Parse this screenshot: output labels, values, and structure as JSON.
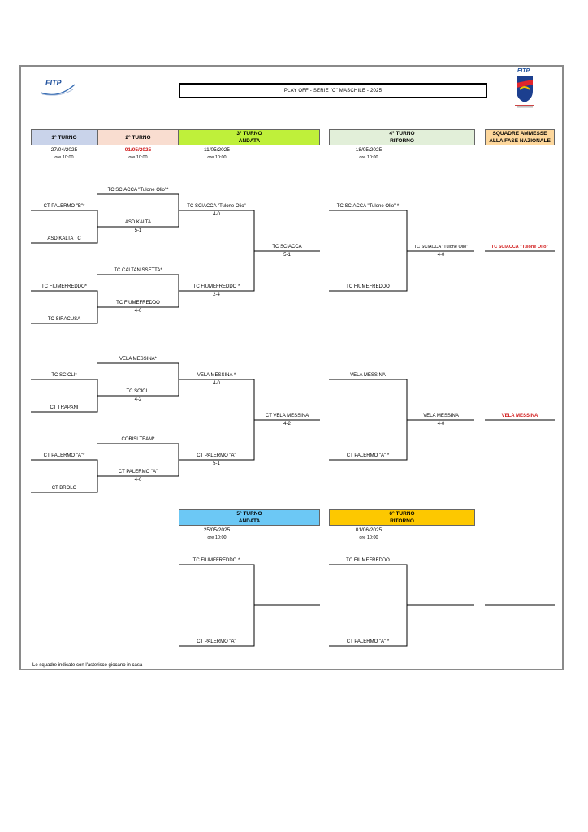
{
  "title": "PLAY OFF  -  SERIE \"C\"  MASCHILE  -  2025",
  "logo_left": "FITP",
  "logo_right": "FITP",
  "rounds": [
    {
      "id": "r1",
      "line1": "1° TURNO",
      "line2": "",
      "date": "27/04/2025",
      "time": "ore 10:00",
      "color": "#c9d3ea",
      "date_red": false
    },
    {
      "id": "r2",
      "line1": "2° TURNO",
      "line2": "",
      "date": "01/05/2025",
      "time": "ore 10:00",
      "color": "#f9ddd0",
      "date_red": true
    },
    {
      "id": "r3",
      "line1": "3° TURNO",
      "line2": "ANDATA",
      "date": "11/05/2025",
      "time": "ore 10:00",
      "color": "#bff03a",
      "date_red": false
    },
    {
      "id": "r4",
      "line1": "4° TURNO",
      "line2": "RITORNO",
      "date": "18/05/2025",
      "time": "ore 10:00",
      "color": "#e2efd9",
      "date_red": false
    },
    {
      "id": "r5",
      "line1": "SQUADRE AMMESSE",
      "line2": "ALLA FASE NAZIONALE",
      "color": "#fdd79c"
    },
    {
      "id": "r6",
      "line1": "5° TURNO",
      "line2": "ANDATA",
      "date": "25/05/2025",
      "time": "ore 10:00",
      "color": "#6cc8f5"
    },
    {
      "id": "r7",
      "line1": "6° TURNO",
      "line2": "RITORNO",
      "date": "01/06/2025",
      "time": "ore 10:00",
      "color": "#fdc800"
    }
  ],
  "bracket": {
    "b1": {
      "r1": [
        "CT PALERMO \"B\"*",
        "ASD KALTA TC",
        "TC FIUMEFREDDO*",
        "TC SIRACUSA"
      ],
      "r2": [
        "TC SCIACCA \"Tulone Olio\"*",
        "ASD KALTA",
        "TC CALTANISSETTA*",
        "TC FIUMEFREDDO"
      ],
      "r2_scores": [
        "5-1",
        "4-0"
      ],
      "r3": [
        "TC SCIACCA \"Tulone Olio\"",
        "TC FIUMEFREDDO *"
      ],
      "r3_scores": [
        "4-0",
        "2-4"
      ],
      "r3_final": "TC SCIACCA",
      "r3_final_score": "5-1",
      "r4": [
        "TC SCIACCA \"Tulone Olio\" *",
        "TC FIUMEFREDDO"
      ],
      "r4_final": "TC SCIACCA \"Tulone Olio\"",
      "r4_final_score": "4-0",
      "qualified": "TC SCIACCA \"Tulone Olio\""
    },
    "b2": {
      "r1": [
        "TC SCICLI*",
        "CT TRAPANI",
        "CT PALERMO \"A\"*",
        "CT BROLO"
      ],
      "r2": [
        "VELA MESSINA*",
        "TC SCICLI",
        "COBISI TEAM*",
        "CT PALERMO \"A\""
      ],
      "r2_scores": [
        "4-2",
        "4-0"
      ],
      "r3": [
        "VELA MESSINA *",
        "CT PALERMO \"A\""
      ],
      "r3_scores": [
        "4-0",
        "5-1"
      ],
      "r3_final": "CT VELA MESSINA",
      "r3_final_score": "4-2",
      "r4": [
        "VELA MESSINA",
        "CT PALERMO \"A\" *"
      ],
      "r4_final": "VELA MESSINA",
      "r4_final_score": "4-0",
      "qualified": "VELA MESSINA"
    },
    "b3": {
      "r5": [
        "TC FIUMEFREDDO *",
        "CT PALERMO \"A\""
      ],
      "r6": [
        "TC FIUMEFREDDO",
        "CT PALERMO \"A\" *"
      ]
    }
  },
  "footnote": "Le squadre indicate con l'asterisco giocano in casa",
  "colors": {
    "accent_red": "#d11c1c"
  }
}
